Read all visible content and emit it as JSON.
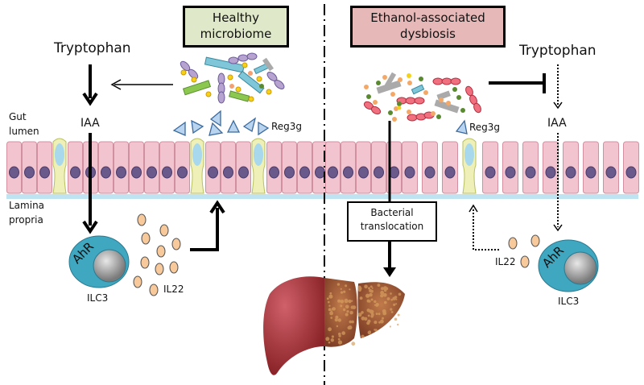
{
  "panels": {
    "healthy": {
      "title_line1": "Healthy",
      "title_line2": "microbiome",
      "box_color": "#dfe8c8",
      "tryptophan": "Tryptophan",
      "iaa": "IAA",
      "reg3g": "Reg3g",
      "il22": "IL22",
      "ilc3": "ILC3",
      "ahr": "AhR"
    },
    "dysbiosis": {
      "title_line1": "Ethanol-associated",
      "title_line2": "dysbiosis",
      "box_color": "#e6b8b8",
      "tryptophan": "Tryptophan",
      "iaa": "IAA",
      "reg3g": "Reg3g",
      "il22": "IL22",
      "ilc3": "ILC3",
      "ahr": "AhR",
      "translocation_line1": "Bacterial",
      "translocation_line2": "translocation"
    }
  },
  "region_labels": {
    "gut_lumen_line1": "Gut",
    "gut_lumen_line2": "lumen",
    "lamina_line1": "Lamina",
    "lamina_line2": "propria"
  },
  "colors": {
    "epithelium": "#f2c4cf",
    "goblet": "#eef0b8",
    "nucleus": "#6a5a8c",
    "ilc3_cell": "#3fa7c0",
    "il22_dot": "#f8c99a",
    "reg3g_triangle": "#b8d4ee",
    "liver_healthy": "#a8353a",
    "liver_cirrhotic": "#9a5a3a"
  }
}
